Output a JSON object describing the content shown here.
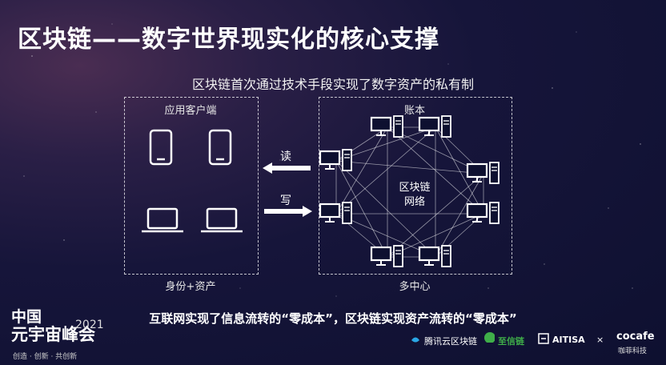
{
  "title": "区块链——数字世界现实化的核心支撑",
  "subtitle": "区块链首次通过技术手段实现了数字资产的私有制",
  "client_box": {
    "top_label": "应用客户端",
    "bottom_label": "身份+资产"
  },
  "ledger_box": {
    "top_label": "账本",
    "bottom_label": "多中心",
    "center_label_line1": "区块链",
    "center_label_line2": "网络"
  },
  "arrows": {
    "read_label": "读",
    "write_label": "写"
  },
  "bottom_statement": "互联网实现了信息流转的“零成本”，区块链实现资产流转的“零成本”",
  "event_logo": {
    "line1": "中国",
    "line2": "元宇宙峰会",
    "year": "2021",
    "tagline": "创造 · 创新 · 共创新"
  },
  "sponsors": [
    {
      "name": "腾讯云区块链",
      "icon": "tencent-cloud-icon"
    },
    {
      "name": "至信链",
      "icon": "zhixin-chain-icon"
    },
    {
      "name": "AITISA",
      "icon": "aitisa-icon"
    },
    {
      "name": "cocafe",
      "sub": "咖菲科技",
      "icon": "cocafe-icon"
    }
  ],
  "sponsor_separator": "×",
  "colors": {
    "background": "#16153a",
    "text": "#ffffff",
    "accent_green": "#3fae49"
  }
}
